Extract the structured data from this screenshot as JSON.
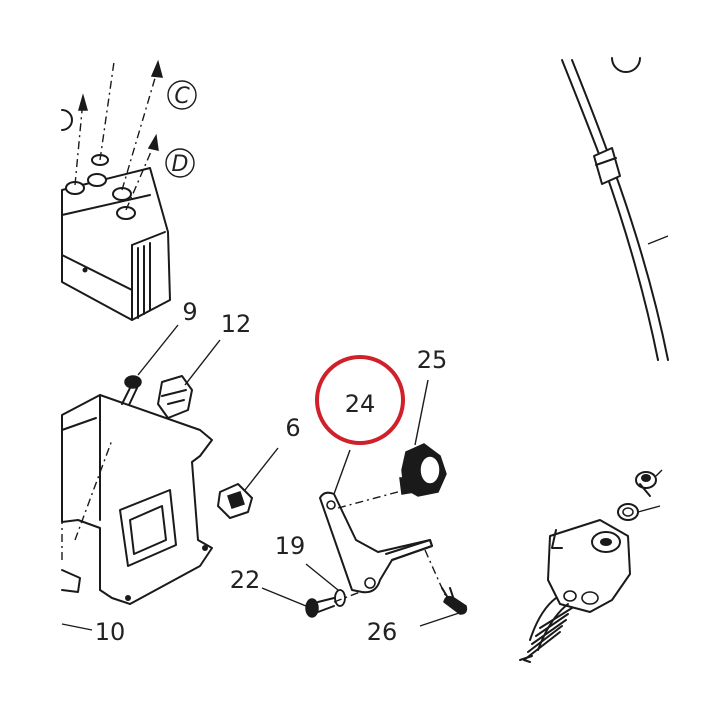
{
  "callouts": {
    "c9": "9",
    "c12": "12",
    "c6": "6",
    "c24": "24",
    "c25": "25",
    "c19": "19",
    "c22": "22",
    "c26": "26",
    "c10": "10"
  },
  "letters": {
    "c": "C",
    "d": "D"
  },
  "colors": {
    "highlight_ring": "#d0202a",
    "line": "#1a1a1a"
  }
}
